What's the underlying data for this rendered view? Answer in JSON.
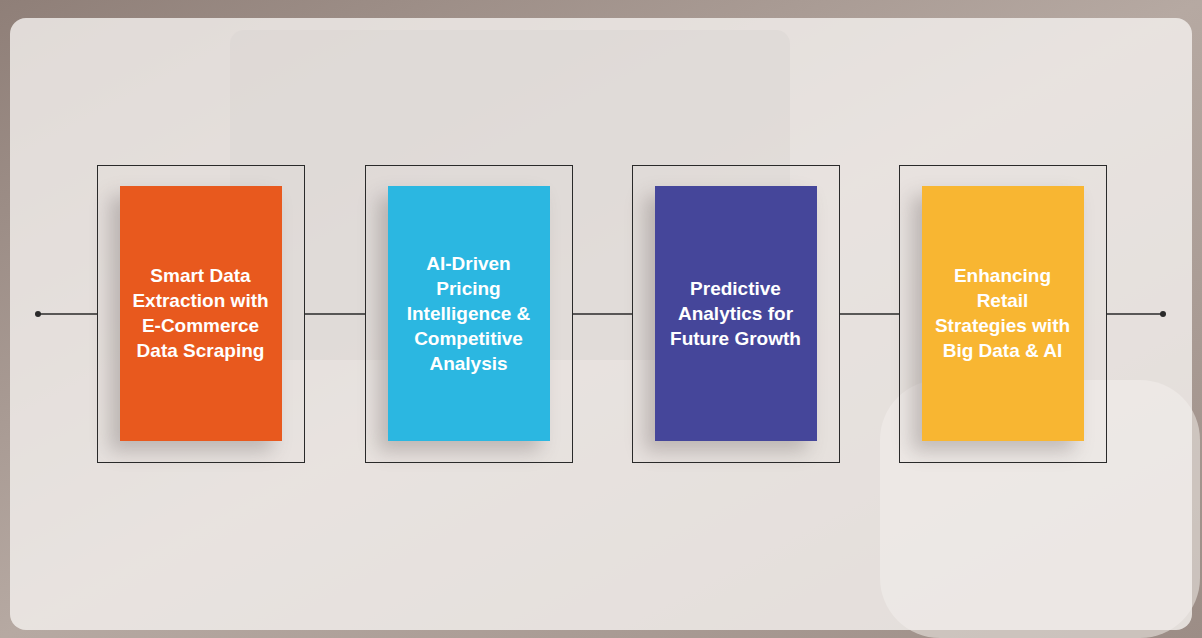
{
  "diagram": {
    "nodes": [
      {
        "text": [
          "Smart Data Extraction with E-Commerce Data Scraping"
        ]
      },
      {
        "text": [
          "AI-Driven Pricing Intelligence & Competitive Analysis"
        ]
      },
      {
        "text": [
          "Predictive Analytics for Future Growth"
        ]
      },
      {
        "text": [
          "Enhancing Retail Strategies with Big Data & AI"
        ]
      }
    ],
    "edges": [
      {
        "from": 0,
        "to": 1,
        "arrow": "none"
      },
      {
        "from": 1,
        "to": 2,
        "arrow": "none"
      },
      {
        "from": 2,
        "to": 3,
        "arrow": "none"
      }
    ]
  }
}
